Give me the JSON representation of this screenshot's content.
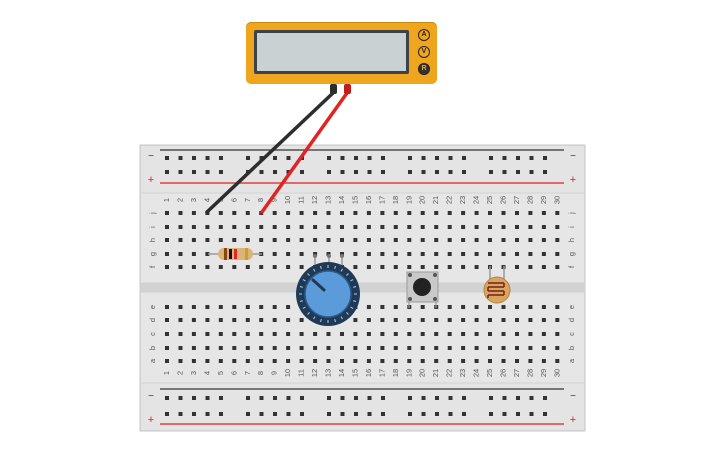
{
  "multimeter": {
    "display": "",
    "modes": [
      "A",
      "V",
      "R"
    ],
    "selected_mode": "R"
  },
  "breadboard": {
    "columns": 30,
    "rows_top": [
      "j",
      "i",
      "h",
      "g",
      "f"
    ],
    "rows_bottom": [
      "e",
      "d",
      "c",
      "b",
      "a"
    ],
    "rail_minus": "−",
    "rail_plus": "+"
  },
  "components": [
    "resistor",
    "potentiometer",
    "pushbutton",
    "photoresistor"
  ],
  "wires": [
    {
      "name": "black-wire",
      "color": "#2d2d2d"
    },
    {
      "name": "red-wire",
      "color": "#e02424"
    }
  ]
}
